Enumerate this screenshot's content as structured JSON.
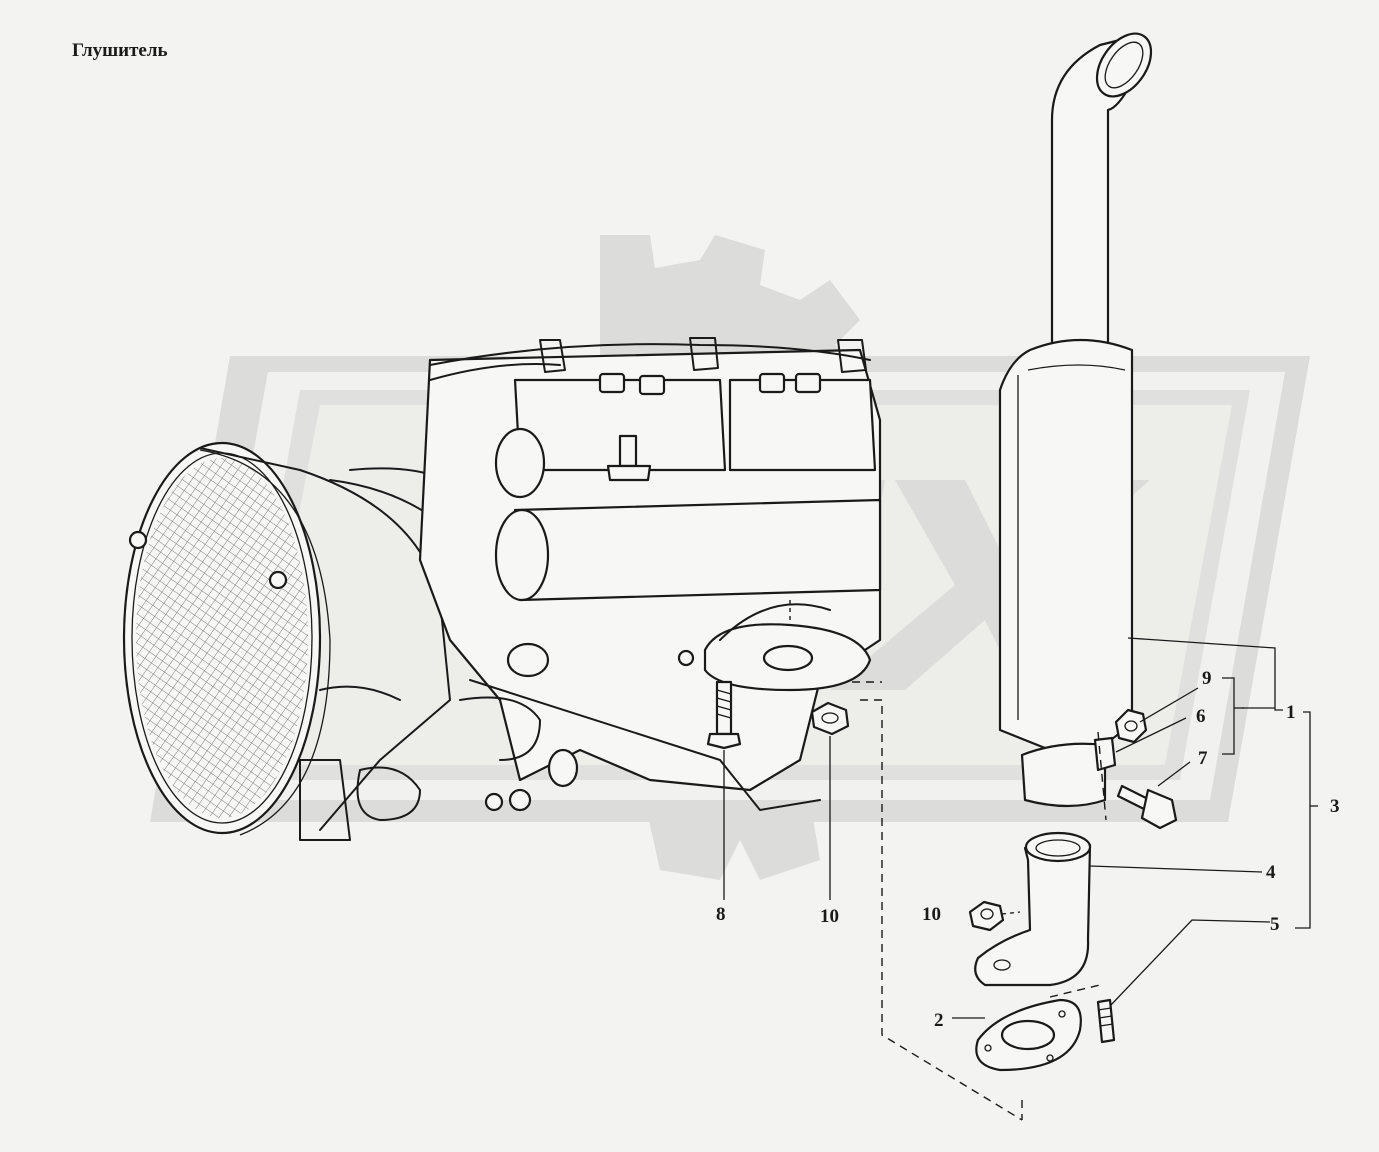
{
  "title": "Глушитель",
  "callouts": {
    "c1": "1",
    "c2": "2",
    "c3": "3",
    "c4": "4",
    "c5": "5",
    "c6": "6",
    "c7": "7",
    "c8": "8",
    "c9": "9",
    "c10a": "10",
    "c10b": "10"
  },
  "colors": {
    "background": "#f3f3f1",
    "line": "#1a1a1a",
    "watermark": "#dcdcda"
  }
}
